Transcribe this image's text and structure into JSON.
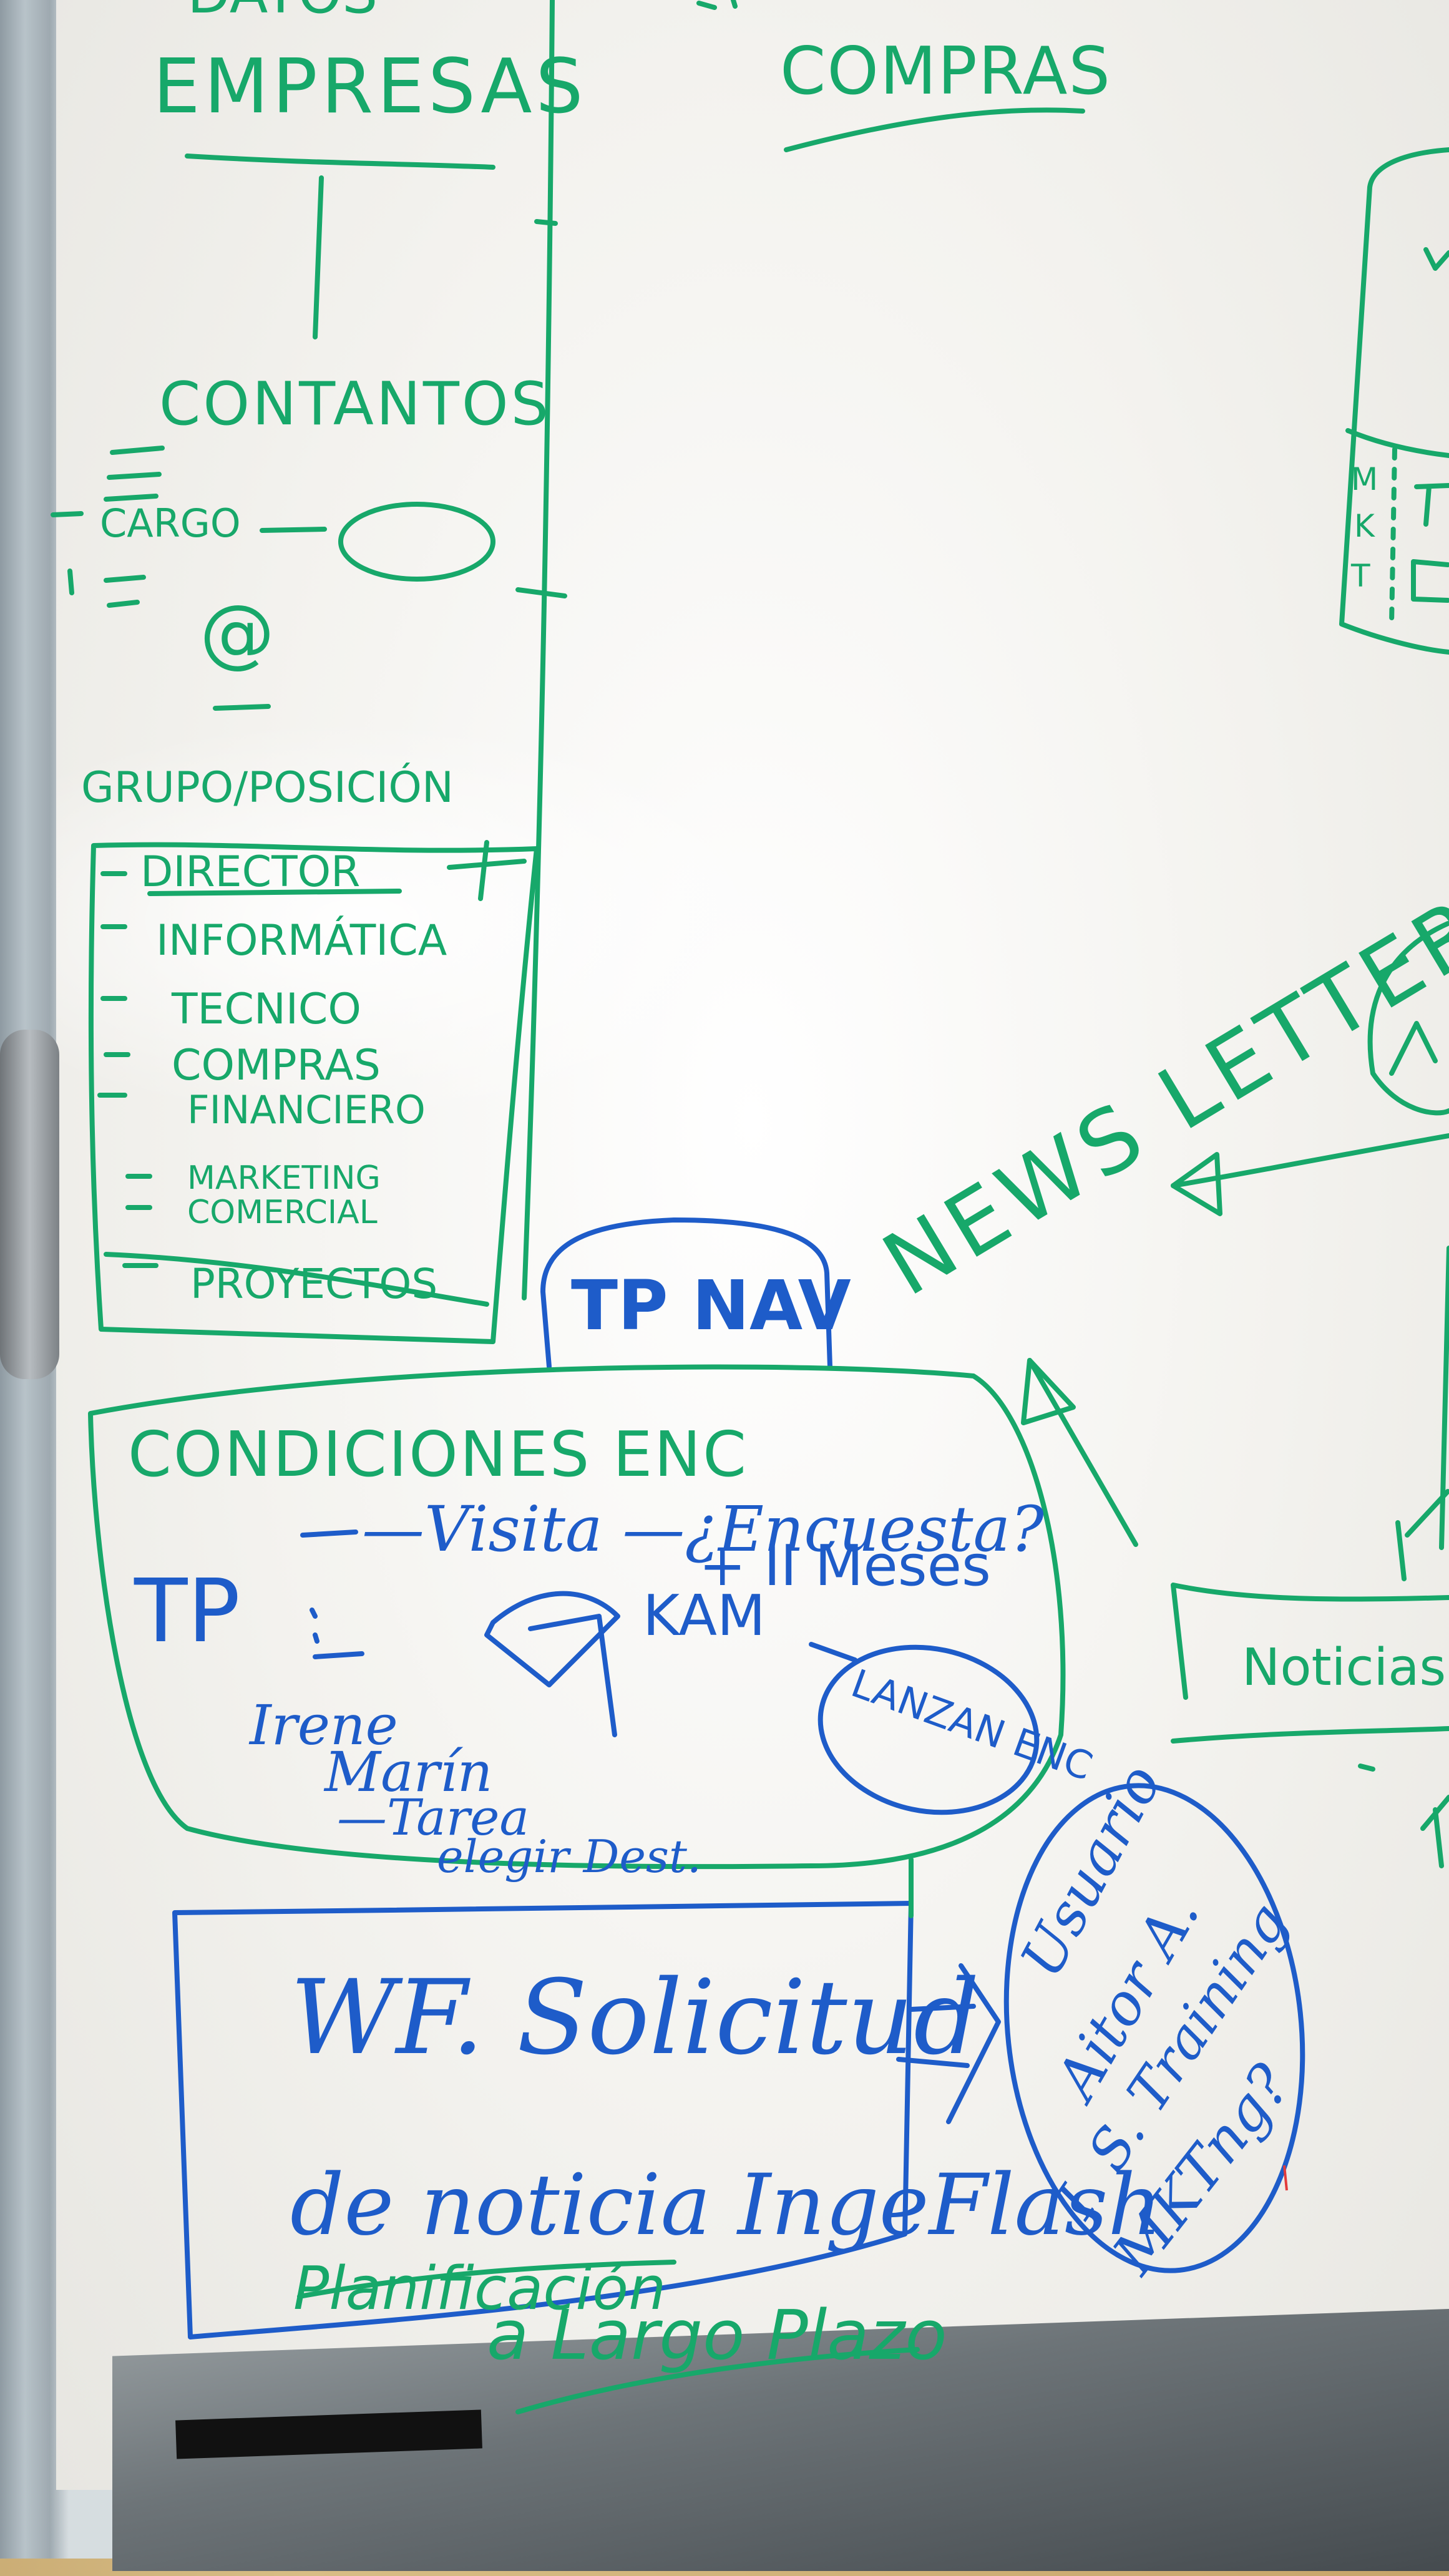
{
  "left_column": {
    "header_partial": "DATOS",
    "empresas": "EMPRESAS",
    "contactos": "CONTANTOS",
    "cargo": "CARGO",
    "at_symbol": "@",
    "grupo_posicion": "GRUPO/POSICIÓN",
    "positions": [
      "DIRECTOR",
      "INFORMÁTICA",
      "TECNICO",
      "COMPRAS",
      "FINANCIERO",
      "MARKETING",
      "COMERCIAL",
      "PROYECTOS"
    ]
  },
  "top_center": {
    "compras": "COMPRAS"
  },
  "right_edge": {
    "mkt_letters": [
      "M",
      "K",
      "T"
    ],
    "noticias": "Noticias"
  },
  "newsletters": {
    "label": "NEWS LETTERS"
  },
  "tp_nav": {
    "label": "TP NAV"
  },
  "condiciones": {
    "title": "CONDICIONES ENC",
    "tp": "TP",
    "visita": "—Visita —¿Encuesta?",
    "meses": "+ II Meses",
    "kam": "KAM",
    "lanzan": "LANZAN ENC",
    "irene": "Irene",
    "marin": "Marín",
    "tarea": "—Tarea",
    "elegir_dest": "elegir Dest."
  },
  "wf_box": {
    "line1": "WF. Solicitud",
    "line2": "de noticia IngeFlash"
  },
  "planificacion": {
    "struck": "Planificación",
    "largo_plazo": "a Largo Plazo"
  },
  "usuario_oval": {
    "lines": [
      "Usuario",
      "Aitor A.",
      "I. S. Training",
      "MKTng?"
    ]
  },
  "colors": {
    "green_ink": "#17a86a",
    "blue_ink": "#1e5cc9",
    "board": "#f6f5f1"
  }
}
